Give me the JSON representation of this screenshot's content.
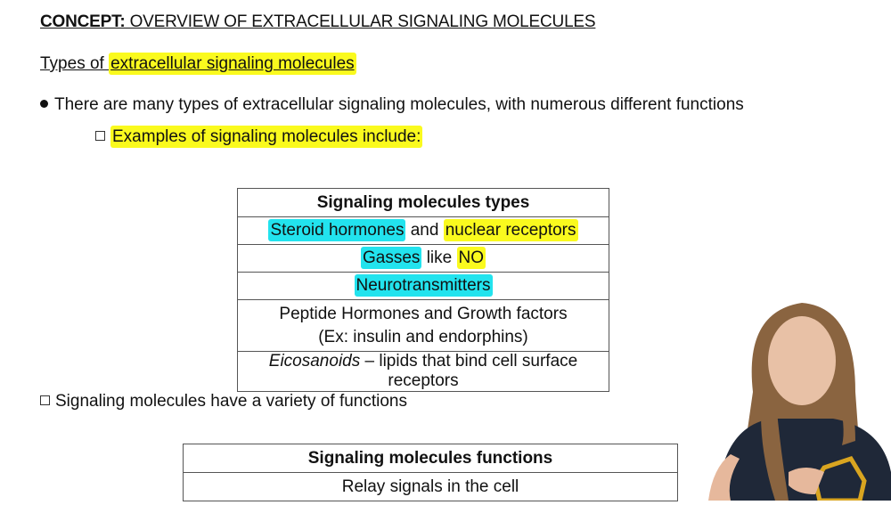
{
  "header": {
    "title_bold": "CONCEPT:",
    "title_rest": " OVERVIEW OF EXTRACELLULAR SIGNALING MOLECULES",
    "subtitle_plain": "Types of ",
    "subtitle_highlight": "extracellular signaling molecules"
  },
  "bullets": {
    "main": "There are many types of extracellular signaling molecules, with numerous different functions",
    "examples": "Examples of signaling molecules include:",
    "functions": "Signaling molecules have a variety of functions"
  },
  "types_table": {
    "header": "Signaling molecules types",
    "row1": {
      "a": "Steroid hormones",
      "b": " and ",
      "c": "nuclear receptors"
    },
    "row2": {
      "a": "Gasses",
      "b": " like ",
      "c": "NO"
    },
    "row3": "Neurotransmitters",
    "row4": {
      "line1": "Peptide Hormones and Growth factors",
      "line2": "(Ex: insulin and endorphins)"
    },
    "row5": {
      "italic": "Eicosanoids",
      "rest": " – lipids that bind cell surface receptors"
    }
  },
  "functions_table": {
    "header": "Signaling molecules functions",
    "row1": "Relay signals in the cell"
  },
  "colors": {
    "highlight_yellow": "#fafa1e",
    "highlight_cyan": "#22e3ee"
  }
}
